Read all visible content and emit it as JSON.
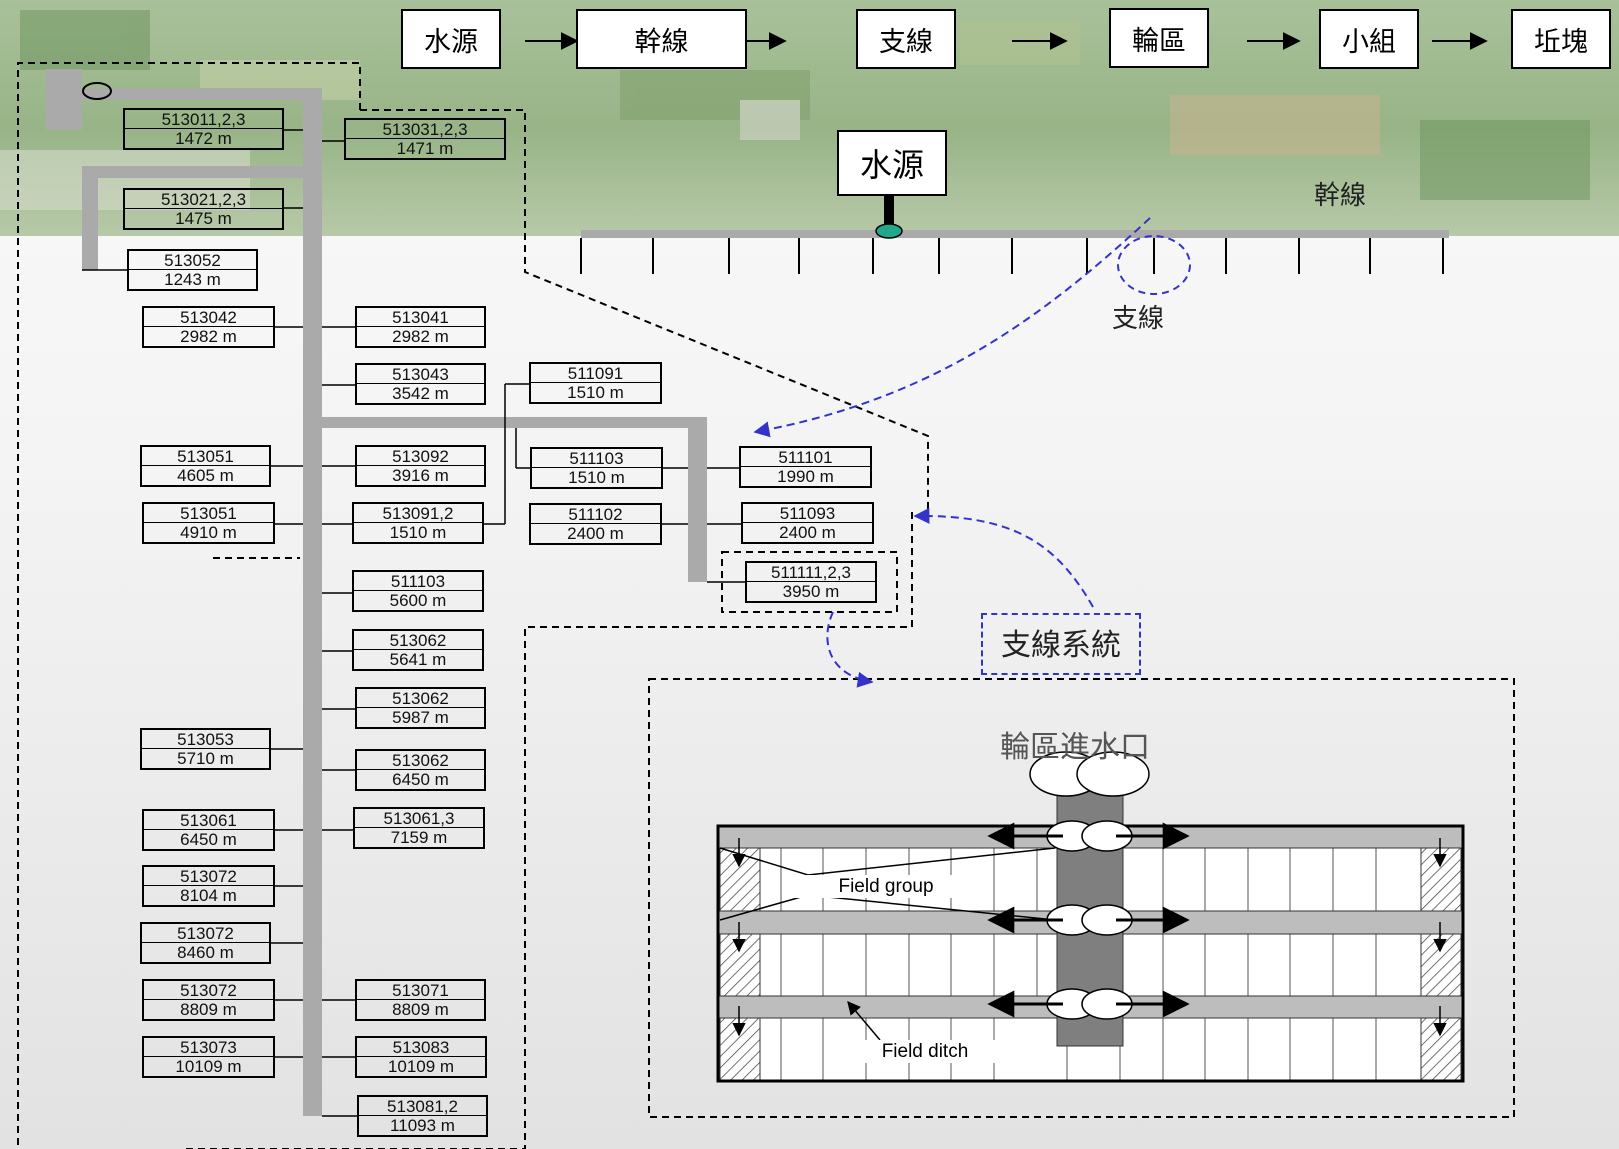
{
  "header_flow": [
    {
      "label": "水源"
    },
    {
      "label": "幹線"
    },
    {
      "label": "支線"
    },
    {
      "label": "輪區"
    },
    {
      "label": "小組"
    },
    {
      "label": "坵塊"
    }
  ],
  "schematic": {
    "source_label": "水源",
    "main_canal_label": "幹線",
    "lateral_label": "支線"
  },
  "lateral_system_label": "支線系統",
  "rotation_area": {
    "inlet_label": "輪區進水口",
    "field_group_label": "Field group",
    "field_ditch_label": "Field ditch"
  },
  "nodes": [
    {
      "id": "513011,2,3",
      "length": "1472 m"
    },
    {
      "id": "513031,2,3",
      "length": "1471 m"
    },
    {
      "id": "513021,2,3",
      "length": "1475 m"
    },
    {
      "id": "513052",
      "length": "1243 m"
    },
    {
      "id": "513042",
      "length": "2982 m"
    },
    {
      "id": "513041",
      "length": "2982 m"
    },
    {
      "id": "513043",
      "length": "3542 m"
    },
    {
      "id": "511091",
      "length": "1510 m"
    },
    {
      "id": "513051",
      "length": "4605 m"
    },
    {
      "id": "513092",
      "length": "3916 m"
    },
    {
      "id": "511103",
      "length": "1510 m"
    },
    {
      "id": "511101",
      "length": "1990 m"
    },
    {
      "id": "513051",
      "length": "4910 m"
    },
    {
      "id": "513091,2",
      "length": "1510 m"
    },
    {
      "id": "511102",
      "length": "2400 m"
    },
    {
      "id": "511093",
      "length": "2400 m"
    },
    {
      "id": "511111,2,3",
      "length": "3950 m"
    },
    {
      "id": "511103",
      "length": "5600 m"
    },
    {
      "id": "513062",
      "length": "5641 m"
    },
    {
      "id": "513062",
      "length": "5987 m"
    },
    {
      "id": "513053",
      "length": "5710 m"
    },
    {
      "id": "513062",
      "length": "6450 m"
    },
    {
      "id": "513061",
      "length": "6450 m"
    },
    {
      "id": "513061,3",
      "length": "7159 m"
    },
    {
      "id": "513072",
      "length": "8104 m"
    },
    {
      "id": "513072",
      "length": "8460 m"
    },
    {
      "id": "513072",
      "length": "8809 m"
    },
    {
      "id": "513071",
      "length": "8809 m"
    },
    {
      "id": "513073",
      "length": "10109 m"
    },
    {
      "id": "513083",
      "length": "10109 m"
    },
    {
      "id": "513081,2",
      "length": "11093 m"
    }
  ]
}
